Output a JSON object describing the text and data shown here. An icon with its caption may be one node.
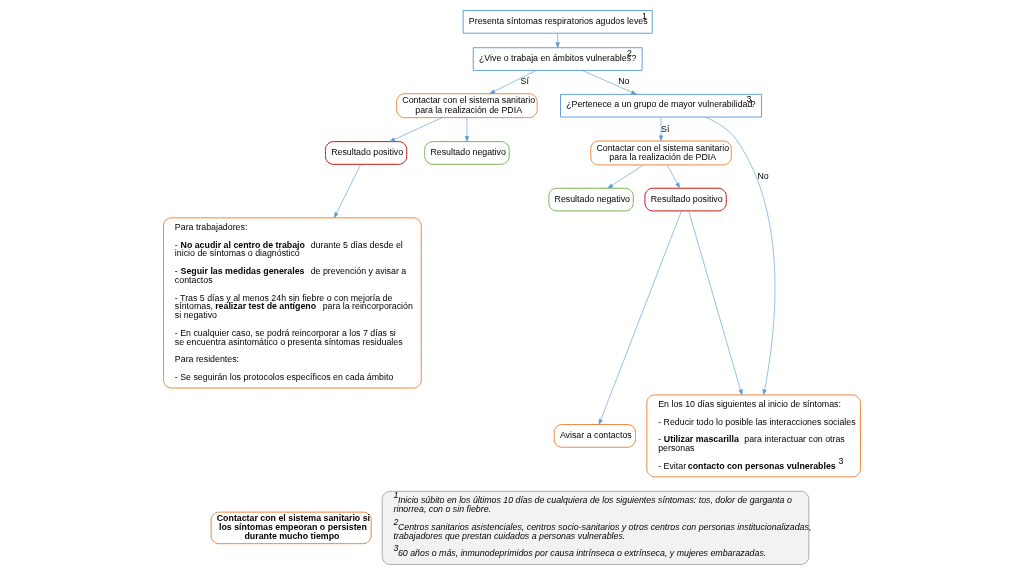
{
  "diagram": {
    "nodes": [
      {
        "text": [
          "Presenta síntomas respiratorios agudos leves$^{1}$"
        ]
      },
      {
        "text": [
          "¿Vive o trabaja en ámbitos vulnerables$^{2}$?"
        ]
      },
      {
        "text": [
          "Contactar con el sistema sanitario para la realización de PDIA"
        ]
      },
      {
        "text": [
          "¿Pertenece a un grupo de mayor vulnerabilidad$^{3}$?"
        ]
      },
      {
        "text": [
          "Resultado positivo"
        ]
      },
      {
        "text": [
          "Resultado negativo"
        ]
      },
      {
        "text": [
          "Contactar con el sistema sanitario para la realización de PDIA"
        ]
      },
      {
        "text": [
          "Resultado negativo"
        ]
      },
      {
        "text": [
          "Resultado positivo"
        ]
      },
      {
        "text": [
          "En los 10 días siguientes al inicio de síntomas:",
          "- Reducir todo lo posible las interacciones sociales",
          "- **Utilizar mascarilla** para interactuar con otras personas",
          "- Evitar **contacto con personas vulnerables**$^{3}$"
        ]
      },
      {
        "text": [
          "Para trabajadores:",
          "- **No acudir al centro de trabajo** durante 5 días desde el inicio de síntomas o diagnóstico",
          "- **Seguir las medidas generales** de prevención y avisar a contactos",
          "- Tras 5 días y al menos 24h sin fiebre o con mejoría de síntomas, **realizar test de antígeno** para la reincorporación si negativo",
          "- En cualquier caso, se podrá reincorporar a los 7 días si se encuentra asintomático o presenta síntomas residuales",
          "Para residentes:",
          "- Se seguirán los protocolos específicos en cada ámbito"
        ]
      },
      {
        "text": [
          "Avisar a contactos"
        ]
      },
      {
        "text": [
          "$^{1}$Inicio súbito en los últimos 10 días de cualquiera de los siguientes síntomas: tos, dolor de garganta o rinorrea, con o sin fiebre.",
          "$^{2}$Centros sanitarios asistenciales, centros socio-sanitarios y otros centros con personas institucionalizadas, trabajadores que prestan cuidados a personas vulnerables.",
          "$^{3}$60 años o más, inmunodeprimidos por causa intrínseca o extrínseca, y mujeres embarazadas."
        ]
      },
      {
        "text": [
          "Contactar con el sistema sanitario si los síntomas empeoran o persisten durante mucho tiempo"
        ]
      }
    ],
    "edges": [
      {
        "from": 0,
        "to": 1,
        "arrow": "to"
      },
      {
        "from": 1,
        "to": 2,
        "arrow": "to",
        "label": "Sí"
      },
      {
        "from": 1,
        "to": 3,
        "arrow": "to",
        "label": "No"
      },
      {
        "from": 2,
        "to": 4,
        "arrow": "to"
      },
      {
        "from": 2,
        "to": 5,
        "arrow": "to"
      },
      {
        "from": 4,
        "to": 10,
        "arrow": "to"
      },
      {
        "from": 3,
        "to": 6,
        "arrow": "to",
        "label": "Sí"
      },
      {
        "from": 3,
        "to": 9,
        "arrow": "to",
        "label": "No"
      },
      {
        "from": 6,
        "to": 8,
        "arrow": "to"
      },
      {
        "from": 6,
        "to": 7,
        "arrow": "to"
      },
      {
        "from": 8,
        "to": 9,
        "arrow": "to"
      },
      {
        "from": 8,
        "to": 11,
        "arrow": "to"
      }
    ]
  }
}
